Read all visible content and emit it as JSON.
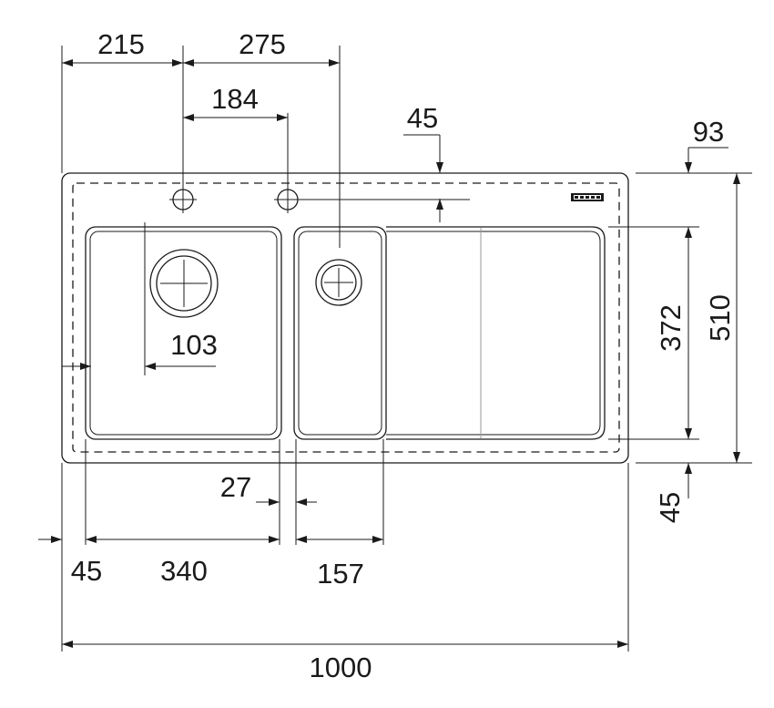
{
  "dimensions": {
    "tap_offset_left": "215",
    "tap_spacing": "275",
    "tap_hole_offset": "184",
    "back_edge_offset": "45",
    "right_edge_offset": "93",
    "drain_offset": "103",
    "bowl_depth": "372",
    "total_depth": "510",
    "front_edge_offset": "45",
    "bowl_gap": "27",
    "left_edge_offset": "45",
    "main_bowl_width": "340",
    "half_bowl_width": "157",
    "total_width": "1000"
  }
}
